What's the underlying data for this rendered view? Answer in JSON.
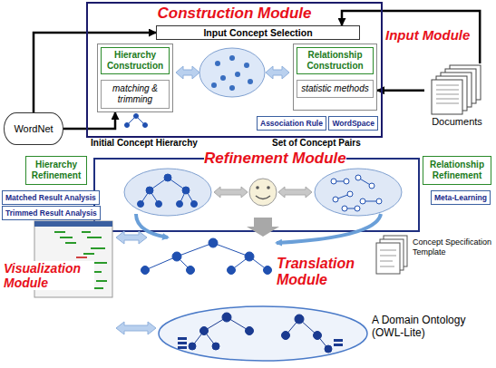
{
  "diagram": {
    "nodes": [
      {
        "text": [
          "Construction Module"
        ]
      },
      {
        "text": [
          "Input Concept Selection"
        ],
        "in": 0
      },
      {
        "text": [
          "Hierarchy Construction",
          "matching & trimming"
        ],
        "in": 0
      },
      {
        "text": [
          "Relationship Construction",
          "statistic methods"
        ],
        "in": 0
      },
      {
        "text": [
          "Association Rule"
        ],
        "in": 0
      },
      {
        "text": [
          "WordSpace"
        ],
        "in": 0
      },
      {
        "text": [
          "WordNet"
        ]
      },
      {
        "text": [
          "Documents"
        ]
      },
      {
        "text": [
          "Hierarchy Refinement"
        ]
      },
      {
        "text": [
          "Matched Result Analysis"
        ]
      },
      {
        "text": [
          "Trimmed Result Analysis"
        ]
      },
      {
        "text": [
          "Relationship Refinement"
        ]
      },
      {
        "text": [
          "Meta-Learning"
        ]
      }
    ],
    "edges": [
      {
        "from": 6,
        "to": 1,
        "arrow": "to"
      },
      {
        "from": 7,
        "to": 1,
        "arrow": "to"
      },
      {
        "from": 6,
        "to": 2,
        "arrow": "to"
      },
      {
        "from": 7,
        "to": 3,
        "arrow": "to"
      }
    ],
    "labels": [
      "Input Module",
      "Initial Concept Hierarchy",
      "Set of Concept Pairs",
      "Refinement Module",
      "Visualization Module",
      "Translation Module",
      "Concept Specification Template",
      "A Domain Ontology (OWL-Lite)"
    ]
  }
}
